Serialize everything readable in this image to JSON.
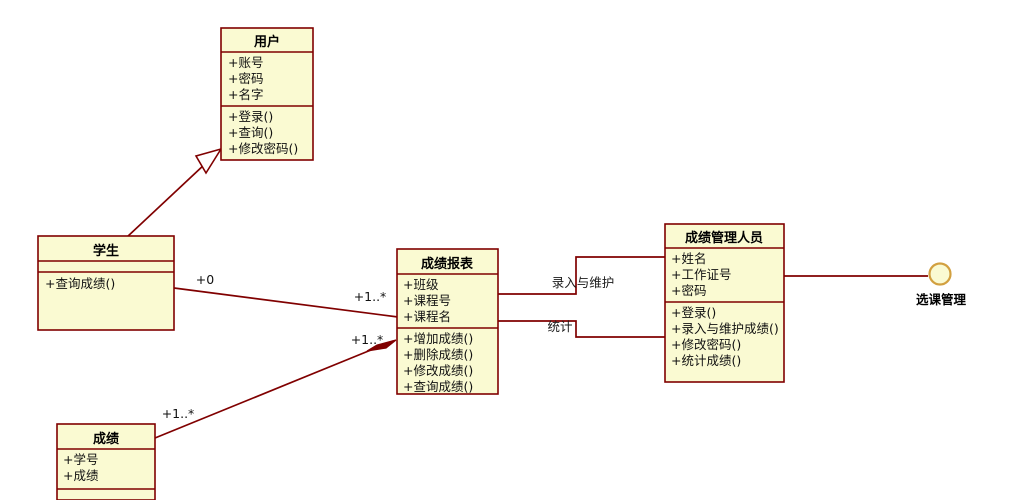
{
  "diagram": {
    "kind": "uml-class-diagram",
    "background_color": "#FFFFFF",
    "box_fill_color": "#FAFAD2",
    "line_color": "#800000",
    "interface_stroke_color": "#D2A040"
  },
  "classes": {
    "user": {
      "name": "用户",
      "attributes": [
        "+账号",
        "+密码",
        "+名字"
      ],
      "operations": [
        "+登录()",
        "+查询()",
        "+修改密码()"
      ]
    },
    "student": {
      "name": "学生",
      "attributes": [],
      "operations": [
        "+查询成绩()"
      ]
    },
    "report": {
      "name": "成绩报表",
      "attributes": [
        "+班级",
        "+课程号",
        "+课程名"
      ],
      "operations": [
        "+增加成绩()",
        "+删除成绩()",
        "+修改成绩()",
        "+查询成绩()"
      ]
    },
    "manager": {
      "name": "成绩管理人员",
      "attributes": [
        "+姓名",
        "+工作证号",
        "+密码"
      ],
      "operations": [
        "+登录()",
        "+录入与维护成绩()",
        "+修改密码()",
        "+统计成绩()"
      ]
    },
    "grade": {
      "name": "成绩",
      "attributes": [
        "+学号",
        "+成绩"
      ],
      "operations": []
    }
  },
  "interface": {
    "label": "选课管理"
  },
  "relationships": {
    "generalization_student_user": {
      "type": "generalization",
      "from": "student",
      "to": "user",
      "label": ""
    },
    "assoc_student_report": {
      "type": "association",
      "from": "student",
      "to": "report",
      "source_multiplicity": "+0",
      "target_multiplicity": "+1..*"
    },
    "composition_grade_report": {
      "type": "composition",
      "from": "grade",
      "to": "report",
      "source_multiplicity": "+1..*",
      "target_multiplicity": "+1..*"
    },
    "assoc_report_manager_input": {
      "type": "association",
      "from": "report",
      "to": "manager",
      "label": "录入与维护"
    },
    "assoc_report_manager_stats": {
      "type": "association",
      "from": "report",
      "to": "manager",
      "label": "统计"
    },
    "manager_interface_link": {
      "type": "interface-realization",
      "from": "manager",
      "to": "interface"
    }
  }
}
